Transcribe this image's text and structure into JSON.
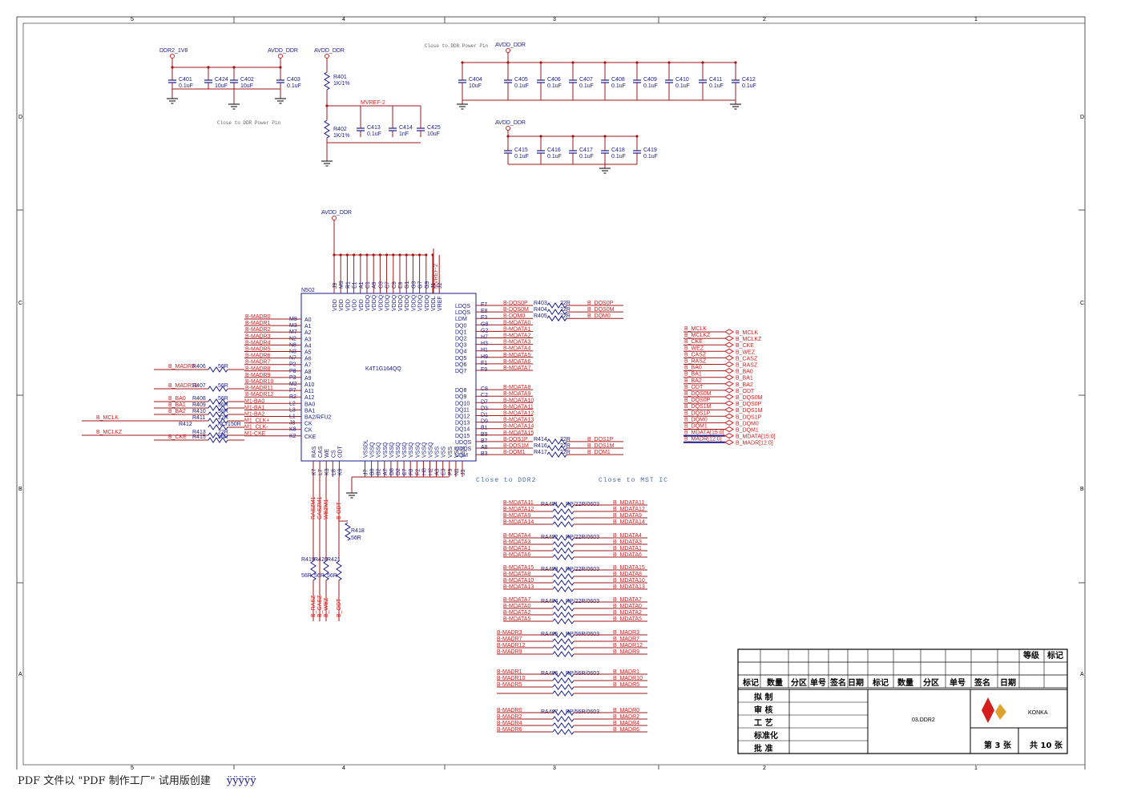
{
  "border_cols": [
    "5",
    "4",
    "3",
    "2",
    "1"
  ],
  "border_rows": [
    "D",
    "C",
    "B",
    "A"
  ],
  "power": {
    "ddr2_1v8": "DDR2_1V8",
    "avdd1": "AVDD_DDR",
    "avdd2": "AVDD_DDR",
    "avdd3": "AVDD_DDR",
    "avdd4": "AVDD_DDR",
    "avdd5": "AVDD_DDR"
  },
  "caps_top_left": [
    {
      "ref": "C401",
      "val": "0.1uF"
    },
    {
      "ref": "C424",
      "val": "10uF"
    },
    {
      "ref": "C402",
      "val": "10uF"
    },
    {
      "ref": "C403",
      "val": "0.1uF"
    }
  ],
  "note_close_left": "Close to DDR Power Pin",
  "note_close_top": "Close to DDR Power Pin",
  "vref": {
    "r401": "R401",
    "r401v": "1K/1%",
    "r402": "R402",
    "r402v": "1K/1%",
    "net": "MVREF-2",
    "c413": "C413",
    "c413v": "0.1uF",
    "c414": "C414",
    "c414v": "1nF",
    "c425": "C425",
    "c425v": "10uF"
  },
  "caps_top_right": [
    {
      "ref": "C404",
      "val": "10uF"
    },
    {
      "ref": "C405",
      "val": "0.1uF"
    },
    {
      "ref": "C406",
      "val": "0.1uF"
    },
    {
      "ref": "C407",
      "val": "0.1uF"
    },
    {
      "ref": "C408",
      "val": "0.1uF"
    },
    {
      "ref": "C409",
      "val": "0.1uF"
    },
    {
      "ref": "C410",
      "val": "0.1uF"
    },
    {
      "ref": "C411",
      "val": "0.1uF"
    },
    {
      "ref": "C412",
      "val": "0.1uF"
    }
  ],
  "caps_mid_right": [
    {
      "ref": "C415",
      "val": "0.1uF"
    },
    {
      "ref": "C416",
      "val": "0.1uF"
    },
    {
      "ref": "C417",
      "val": "0.1uF"
    },
    {
      "ref": "C418",
      "val": "0.1uF"
    },
    {
      "ref": "C419",
      "val": "0.1uF"
    }
  ],
  "chip": {
    "ref": "N502",
    "part": "K4T1G164QQ",
    "top_pins": [
      "J9",
      "M9",
      "R1",
      "E1",
      "A1",
      "C1",
      "A9",
      "C3",
      "C7",
      "C9",
      "E9",
      "G1",
      "G3",
      "G7",
      "G9",
      "J1",
      "J2"
    ],
    "top_names": [
      "VDD",
      "VDD",
      "VDD",
      "VDD",
      "VDD",
      "VDDQ",
      "VDDQ",
      "VDDQ",
      "VDDQ",
      "VDDQ",
      "VDDQ",
      "VDDQ",
      "VDDQ",
      "VDDQ",
      "VDDQ",
      "VDDL",
      "VREF"
    ],
    "top_net": "MVREF-2",
    "left_names": [
      "A0",
      "A1",
      "A2",
      "A3",
      "A4",
      "A5",
      "A6",
      "A7",
      "A8",
      "A9",
      "A10",
      "A11",
      "A12",
      "BA0",
      "BA1",
      "BA2/RFU2",
      "CK",
      "CK",
      "CKE"
    ],
    "left_pins": [
      "M8",
      "M3",
      "M7",
      "N2",
      "N8",
      "N3",
      "N7",
      "P2",
      "P8",
      "P3",
      "M2",
      "P7",
      "R2",
      "L2",
      "L3",
      "L1",
      "J8",
      "K8",
      "K2"
    ],
    "left_nets": [
      "B-MADR0",
      "B-MADR1",
      "B-MADR2",
      "B-MADR3",
      "B-MADR4",
      "B-MADR5",
      "B-MADR6",
      "B-MADR7",
      "B-MADR8",
      "B-MADR9",
      "B-MADR10",
      "B-MADR11",
      "B-MADR12",
      "M1-BA0",
      "M1-BA1",
      "M1-BA2",
      "M1_CLK+",
      "M1_CLK-",
      "M1-CKE"
    ],
    "right_names": [
      "LDQS",
      "LDQS",
      "LDM",
      "DQ0",
      "DQ1",
      "DQ2",
      "DQ3",
      "DQ4",
      "DQ5",
      "DQ6",
      "DQ7",
      "DQ8",
      "DQ9",
      "DQ10",
      "DQ11",
      "DQ12",
      "DQ13",
      "DQ14",
      "DQ15",
      "UDQS",
      "UDQS",
      "UDM"
    ],
    "right_pins": [
      "F7",
      "E8",
      "F3",
      "G8",
      "G2",
      "H7",
      "H3",
      "H1",
      "H9",
      "F1",
      "F9",
      "C8",
      "C2",
      "D7",
      "D3",
      "D1",
      "D9",
      "B1",
      "B9",
      "B7",
      "A8",
      "B3"
    ],
    "right_nets": [
      "B-DQS0P",
      "B-DQS0M",
      "B-DQM0",
      "B-MDATA0",
      "B-MDATA1",
      "B-MDATA2",
      "B-MDATA3",
      "B-MDATA4",
      "B-MDATA5",
      "B-MDATA6",
      "B-MDATA7",
      "B-MDATA8",
      "B-MDATA9",
      "B-MDATA10",
      "B-MDATA11",
      "B-MDATA12",
      "B-MDATA13",
      "B-MDATA14",
      "B-MDATA15",
      "B-DQS1P",
      "B-DQS1M",
      "B-DQM1"
    ],
    "bottom_names": [
      "RAS",
      "CAS",
      "WE",
      "CS",
      "ODT",
      "VSSDL",
      "VSSQ",
      "VSSQ",
      "VSSQ",
      "VSSQ",
      "VSSQ",
      "VSSQ",
      "VSSQ",
      "VSSQ",
      "VSSQ",
      "VSSQ",
      "VSS",
      "VSS",
      "VSS",
      "VSS",
      "VSS"
    ],
    "bottom_pins": [
      "K7",
      "L7",
      "K3",
      "L8",
      "K9",
      "J7",
      "B8",
      "B2",
      "A7",
      "D8",
      "D2",
      "E7",
      "F8",
      "F2",
      "H8",
      "H2",
      "A3",
      "E3",
      "P9",
      "N1",
      "J3"
    ]
  },
  "left_series": [
    {
      "net": "B_MADR8",
      "ref": "R406",
      "val": "56R"
    },
    {
      "net": "B_MADR11",
      "ref": "R407",
      "val": "56R"
    },
    {
      "net": "B_BA0",
      "ref": "R408",
      "val": "56R"
    },
    {
      "net": "B_BA1",
      "ref": "R409",
      "val": "56R"
    },
    {
      "net": "B_BA2",
      "ref": "R410",
      "val": "56R"
    },
    {
      "net": "B_MCLK",
      "ref": "R411",
      "val": "22R"
    },
    {
      "net": "",
      "ref": "R412",
      "val": "NC/150R"
    },
    {
      "net": "B_MCLKZ",
      "ref": "R413",
      "val": "22R"
    },
    {
      "net": "B_CKE",
      "ref": "R415",
      "val": "56R"
    }
  ],
  "right_series": [
    {
      "ref": "R403",
      "val": "22R",
      "net": "B_DQS0P"
    },
    {
      "ref": "R404",
      "val": "22R",
      "net": "B_DQS0M"
    },
    {
      "ref": "R405",
      "val": "22R",
      "net": "B_DQM0"
    },
    {
      "ref": "R414",
      "val": "22R",
      "net": "B_DQS1P"
    },
    {
      "ref": "R416",
      "val": "22R",
      "net": "B_DQS1M"
    },
    {
      "ref": "R417",
      "val": "22R",
      "net": "B_DQM1"
    }
  ],
  "bottom_ctrl": {
    "nets": [
      "RASZM1",
      "CASZM1",
      "WEZM1",
      "B-ODT"
    ],
    "r418": "R418",
    "r418v": "56R",
    "r419": "R419",
    "r420": "R420",
    "r421": "R421",
    "rv": "56R",
    "out_nets": [
      "B_RASZ",
      "B_CASZ",
      "B_WEZ",
      "B_ODT"
    ]
  },
  "notes": {
    "ddr2": "Close to DDR2",
    "mst": "Close to MST IC"
  },
  "ports": [
    {
      "l": "B_MCLK",
      "r": "B_MCLK"
    },
    {
      "l": "B_MCLKZ",
      "r": "B_MCLKZ"
    },
    {
      "l": "B_CKE",
      "r": "B_CKE"
    },
    {
      "l": "B_WEZ",
      "r": "B_WEZ"
    },
    {
      "l": "B_CASZ",
      "r": "B_CASZ"
    },
    {
      "l": "B_RASZ",
      "r": "B_RASZ"
    },
    {
      "l": "B_BA0",
      "r": "B_BA0"
    },
    {
      "l": "B_BA1",
      "r": "B_BA1"
    },
    {
      "l": "B_BA2",
      "r": "B_BA2"
    },
    {
      "l": "B_ODT",
      "r": "B_ODT"
    },
    {
      "l": "B_DQS0M",
      "r": "B_DQS0M"
    },
    {
      "l": "B_DQS0P",
      "r": "B_DQS0P"
    },
    {
      "l": "B_DQS1M",
      "r": "B_DQS1M"
    },
    {
      "l": "B_DQS1P",
      "r": "B_DQS1P"
    },
    {
      "l": "B_DQM0",
      "r": "B_DQM0"
    },
    {
      "l": "B_DQM1",
      "r": "B_DQM1"
    },
    {
      "l": "B_MDATA[15:0]",
      "r": "B_MDATA[15:0]"
    },
    {
      "l": "B_MADR[12:0]",
      "r": "B_MADR[12:0]"
    }
  ],
  "rpacks": [
    {
      "ref": "RA401",
      "val": "RP/22R/0603",
      "l": [
        "B-MDATA11",
        "B-MDATA12",
        "B-MDATA9",
        "B-MDATA14"
      ],
      "r": [
        "B_MDATA11",
        "B_MDATA12",
        "B_MDATA9",
        "B_MDATA14"
      ]
    },
    {
      "ref": "RA402",
      "val": "RP/22R/0603",
      "l": [
        "B-MDATA4",
        "B-MDATA3",
        "B-MDATA1",
        "B-MDATA6"
      ],
      "r": [
        "B_MDATA4",
        "B_MDATA3",
        "B_MDATA1",
        "B_MDATA6"
      ]
    },
    {
      "ref": "RA403",
      "val": "RP/22R/0603",
      "l": [
        "B-MDATA15",
        "B-MDATA8",
        "B-MDATA10",
        "B-MDATA13"
      ],
      "r": [
        "B_MDATA15",
        "B_MDATA8",
        "B_MDATA10",
        "B_MDATA13"
      ]
    },
    {
      "ref": "RA404",
      "val": "RP/22R/0603",
      "l": [
        "B-MDATA7",
        "B-MDATA0",
        "B-MDATA2",
        "B-MDATA5"
      ],
      "r": [
        "B_MDATA7",
        "B_MDATA0",
        "B_MDATA2",
        "B_MDATA5"
      ]
    },
    {
      "ref": "RA405",
      "val": "RP/56R/0603",
      "l": [
        "B-MADR3",
        "B-MADR7",
        "B-MADR12",
        "B-MADR9"
      ],
      "r": [
        "B_MADR3",
        "B_MADR7",
        "B_MADR12",
        "B_MADR9"
      ]
    },
    {
      "ref": "RA406",
      "val": "RP/56R/0603",
      "l": [
        "B-MADR1",
        "B-MADR10",
        "B-MADR5"
      ],
      "r": [
        "B_MADR1",
        "B_MADR10",
        "B_MADR5"
      ]
    },
    {
      "ref": "RA407",
      "val": "RP/56R/0603",
      "l": [
        "B-MADR0",
        "B-MADR2",
        "B-MADR4",
        "B-MADR6"
      ],
      "r": [
        "B_MADR0",
        "B_MADR2",
        "B_MADR4",
        "B_MADR6"
      ]
    }
  ],
  "titleblock": {
    "grade": "等级",
    "mark": "标记",
    "hdr": [
      "标记",
      "数量",
      "分区",
      "单号",
      "签名",
      "日期",
      "标记",
      "数量",
      "分区",
      "单号",
      "签名",
      "日期"
    ],
    "rows": [
      "拟 制",
      "审 核",
      "工 艺",
      "标准化",
      "批 准"
    ],
    "drawing": "03.DDR2",
    "logo": "KONKA",
    "sheet": "第 3 张",
    "total": "共 10 张"
  },
  "footer": {
    "text": "PDF 文件以 \"PDF 制作工厂\" 试用版创建",
    "link": "ÿÿÿÿÿ"
  }
}
